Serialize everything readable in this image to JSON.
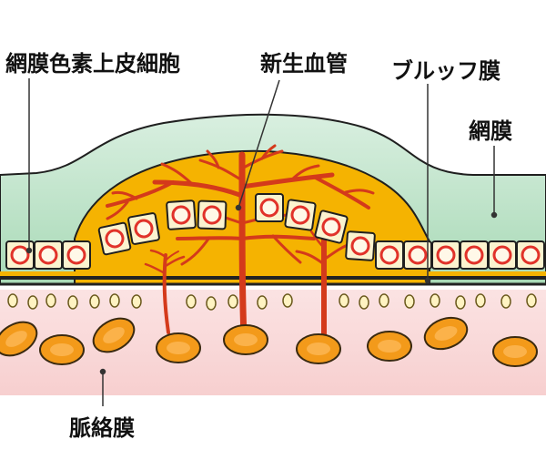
{
  "labels": {
    "rpe": "網膜色素上皮細胞",
    "neovascular": "新生血管",
    "bruch": "ブルッフ膜",
    "retina": "網膜",
    "choroid": "脈絡膜"
  },
  "colors": {
    "retina": "#b5dfc2",
    "choroid": "#f9d8d8",
    "fibrovascular": "#f5b301",
    "cell_fill": "#fbf3cf",
    "cell_ring": "#e1322a",
    "vessel": "#d43a1b",
    "bruch": "#222222",
    "choroid_vessel": "#f39a1a",
    "leader": "#333333"
  }
}
